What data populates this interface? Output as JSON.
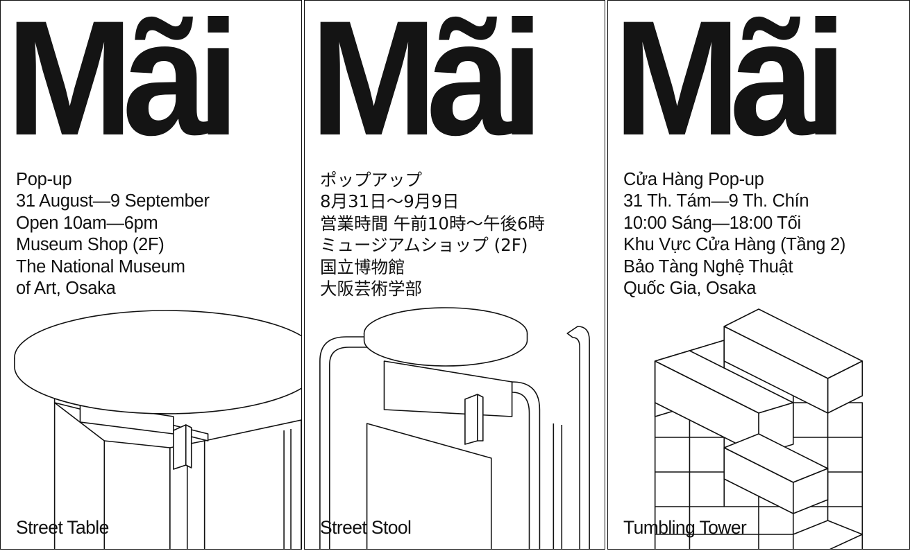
{
  "posters": [
    {
      "title": "Mãi",
      "info": [
        "Pop-up",
        "31 August—9 September",
        "Open 10am—6pm",
        "Museum Shop (2F)",
        "The National Museum",
        "of Art, Osaka"
      ],
      "product": "Street Table",
      "illustration": "round-table"
    },
    {
      "title": "Mãi",
      "info": [
        "ポップアップ",
        "8月31日〜9月9日",
        "営業時間 午前10時〜午後6時",
        "ミュージアムショップ (2F)",
        "国立博物館",
        "大阪芸術学部"
      ],
      "product": "Street Stool",
      "illustration": "stool"
    },
    {
      "title": "Mãi",
      "info": [
        "Cửa Hàng Pop-up",
        "31 Th. Tám—9 Th. Chín",
        "10:00 Sáng—18:00 Tối",
        "Khu Vực Cửa Hàng (Tầng 2)",
        "Bảo Tàng Nghệ Thuật",
        "Quốc Gia, Osaka"
      ],
      "product": "Tumbling Tower",
      "illustration": "block-tower"
    }
  ]
}
